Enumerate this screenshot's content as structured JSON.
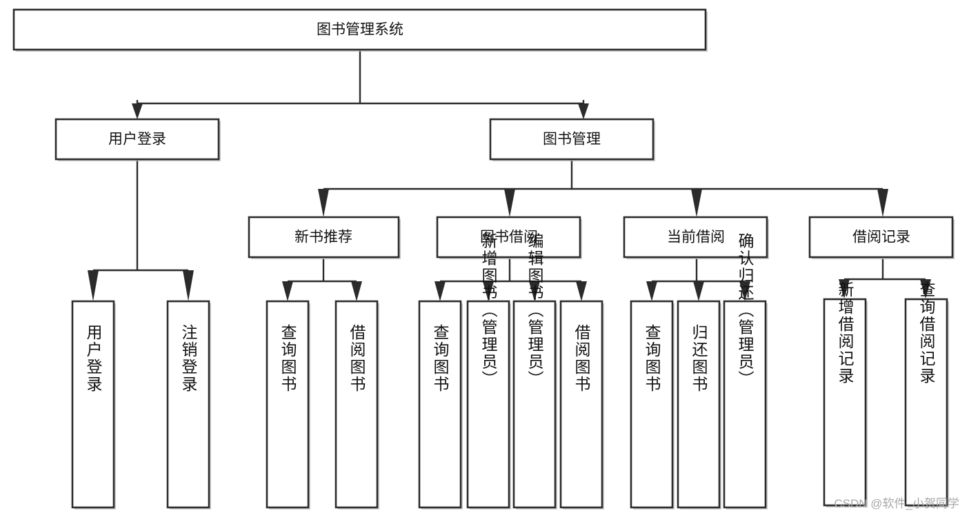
{
  "diagram": {
    "type": "tree",
    "title": "图书管理系统",
    "watermark": "CSDN @软件_小贺同学",
    "root": {
      "id": "root",
      "label": "图书管理系统"
    },
    "level2": [
      {
        "id": "user-login",
        "label": "用户登录"
      },
      {
        "id": "book-management",
        "label": "图书管理"
      }
    ],
    "level3": [
      {
        "id": "new-book-recommend",
        "label": "新书推荐",
        "parent": "book-management"
      },
      {
        "id": "book-borrow",
        "label": "图书借阅",
        "parent": "book-management"
      },
      {
        "id": "current-borrow",
        "label": "当前借阅",
        "parent": "book-management"
      },
      {
        "id": "borrow-record",
        "label": "借阅记录",
        "parent": "book-management"
      }
    ],
    "leaves": [
      {
        "id": "leaf-user-login",
        "label": "用户登录",
        "parent": "user-login"
      },
      {
        "id": "leaf-logout-login",
        "label": "注销登录",
        "parent": "user-login"
      },
      {
        "id": "leaf-query-book-1",
        "label": "查询图书",
        "parent": "new-book-recommend"
      },
      {
        "id": "leaf-borrow-book-1",
        "label": "借阅图书",
        "parent": "new-book-recommend"
      },
      {
        "id": "leaf-query-book-2",
        "label": "查询图书",
        "parent": "book-borrow"
      },
      {
        "id": "leaf-add-book",
        "label": "新增图书（管理员）",
        "parent": "book-borrow"
      },
      {
        "id": "leaf-edit-book",
        "label": "编辑图书（管理员）",
        "parent": "book-borrow"
      },
      {
        "id": "leaf-borrow-book-2",
        "label": "借阅图书",
        "parent": "book-borrow"
      },
      {
        "id": "leaf-query-book-3",
        "label": "查询图书",
        "parent": "current-borrow"
      },
      {
        "id": "leaf-return-book",
        "label": "归还图书",
        "parent": "current-borrow"
      },
      {
        "id": "leaf-confirm-return",
        "label": "确认归还（管理员）",
        "parent": "current-borrow"
      },
      {
        "id": "leaf-add-record",
        "label": "新增借阅记录",
        "parent": "borrow-record"
      },
      {
        "id": "leaf-query-record",
        "label": "查询借阅记录",
        "parent": "borrow-record"
      }
    ],
    "colors": {
      "box_fill": "#ffffff",
      "box_stroke": "#2b2b2b",
      "text": "#111111",
      "watermark": "#a8a8a8",
      "background": "#ffffff"
    }
  }
}
